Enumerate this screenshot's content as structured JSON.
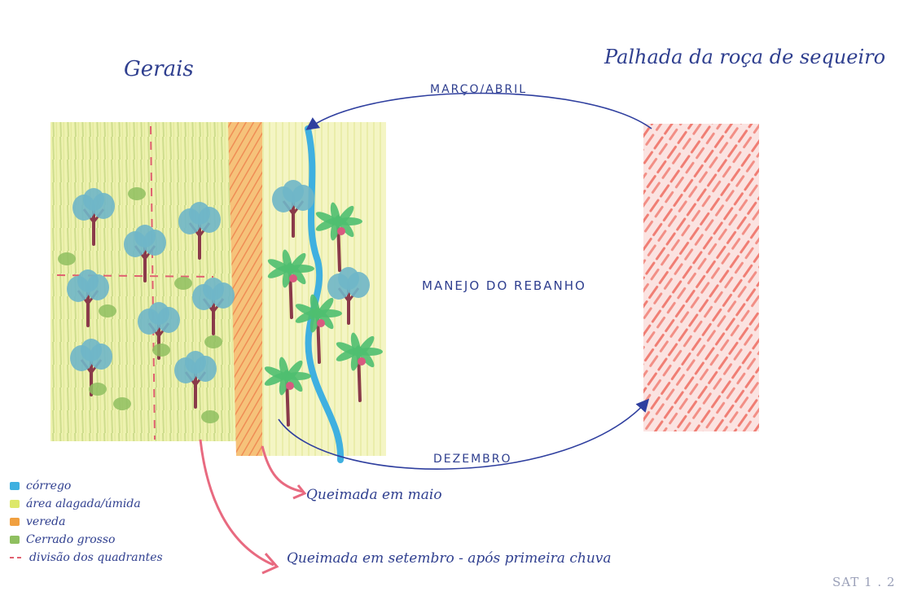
{
  "titles": {
    "left": "Gerais",
    "right": "Palhada da roça de sequeiro"
  },
  "arrows": {
    "top": "MARÇO/ABRIL",
    "bottom": "DEZEMBRO"
  },
  "center_label": "MANEJO DO REBANHO",
  "burn_labels": {
    "may": "Queimada em maio",
    "september": "Queimada em setembro - após primeira chuva"
  },
  "legend": [
    {
      "label": "córrego",
      "color": "#3fb0e0",
      "kind": "swatch"
    },
    {
      "label": "área alagada/úmida",
      "color": "#dde86a",
      "kind": "swatch"
    },
    {
      "label": "vereda",
      "color": "#f0a040",
      "kind": "swatch"
    },
    {
      "label": "Cerrado grosso",
      "color": "#8fbf60",
      "kind": "swatch"
    },
    {
      "label": "divisão dos quadrantes",
      "color": "#e06070",
      "kind": "dash"
    }
  ],
  "code": "SAT 1 . 2",
  "colors": {
    "ink": "#2f3f8f",
    "stream": "#3fb0e0",
    "wet_area": "#eef0a8",
    "vereda": "#f0a060",
    "cerrado": "#8fbf60",
    "tree_crown": "#6fb6c8",
    "trunk": "#8a3a4a",
    "palm": "#4fbf70",
    "straw": "#f28a80",
    "burn_arrow": "#e86a80"
  }
}
